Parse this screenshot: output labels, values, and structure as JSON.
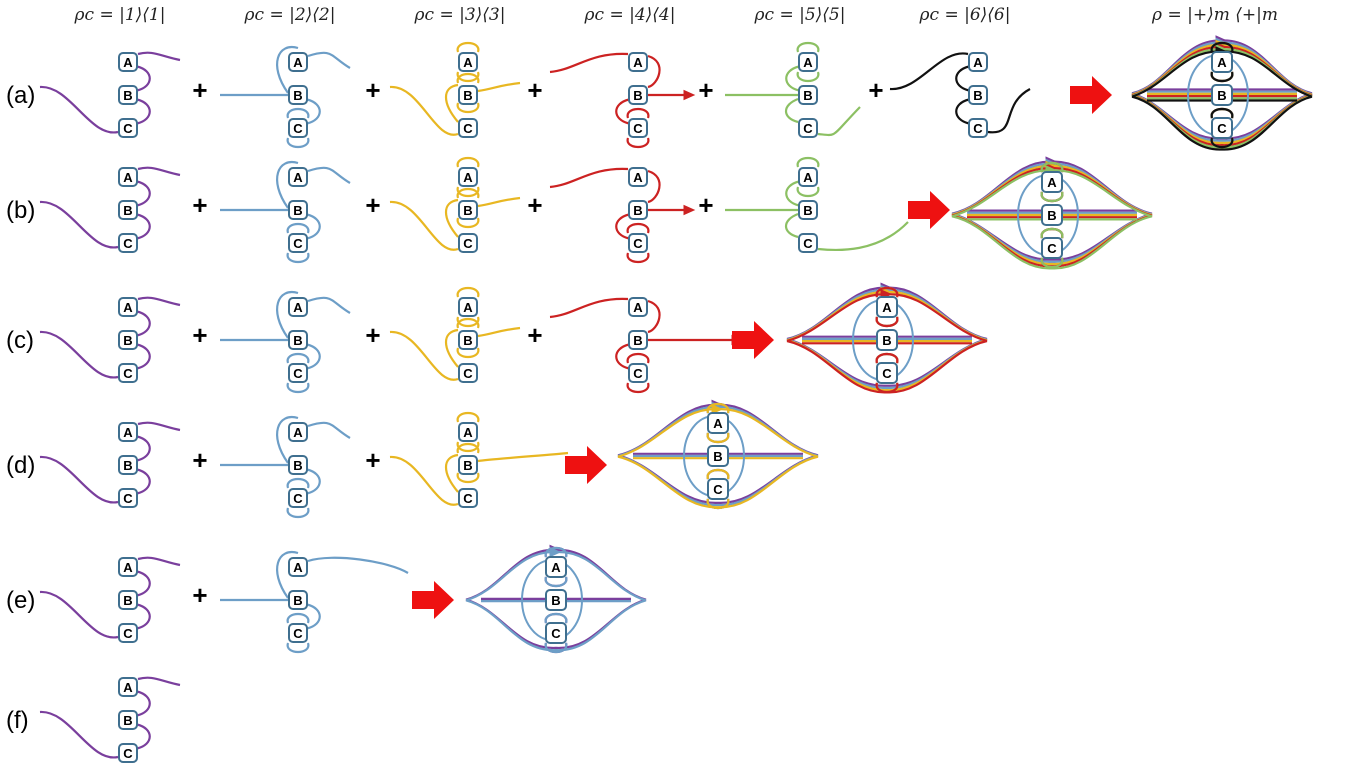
{
  "colors": {
    "c1": "#7a3f9d",
    "c2": "#6d9ec7",
    "c3": "#e8b722",
    "c4": "#cc2222",
    "c5": "#8cc063",
    "c6": "#111111",
    "arrow": "#ee1111",
    "node_border": "#3f6f8f"
  },
  "headers": [
    {
      "key": "c1",
      "text": "ρc = |1⟩⟨1|"
    },
    {
      "key": "c2",
      "text": "ρc = |2⟩⟨2|"
    },
    {
      "key": "c3",
      "text": "ρc = |3⟩⟨3|"
    },
    {
      "key": "c4",
      "text": "ρc = |4⟩⟨4|"
    },
    {
      "key": "c5",
      "text": "ρc = |5⟩⟨5|"
    },
    {
      "key": "c6",
      "text": "ρc = |6⟩⟨6|"
    },
    {
      "key": "result",
      "text": "ρ = |+⟩m ⟨+|m"
    }
  ],
  "node_labels": [
    "A",
    "B",
    "C"
  ],
  "plus_sign": "+",
  "rows": [
    {
      "label": "(a)",
      "terms": [
        "c1",
        "c2",
        "c3",
        "c4",
        "c5",
        "c6"
      ],
      "has_result": true
    },
    {
      "label": "(b)",
      "terms": [
        "c1",
        "c2",
        "c3",
        "c4",
        "c5"
      ],
      "has_result": true
    },
    {
      "label": "(c)",
      "terms": [
        "c1",
        "c2",
        "c3",
        "c4"
      ],
      "has_result": true
    },
    {
      "label": "(d)",
      "terms": [
        "c1",
        "c2",
        "c3"
      ],
      "has_result": true
    },
    {
      "label": "(e)",
      "terms": [
        "c1",
        "c2"
      ],
      "has_result": true
    },
    {
      "label": "(f)",
      "terms": [
        "c1"
      ],
      "has_result": false
    }
  ]
}
